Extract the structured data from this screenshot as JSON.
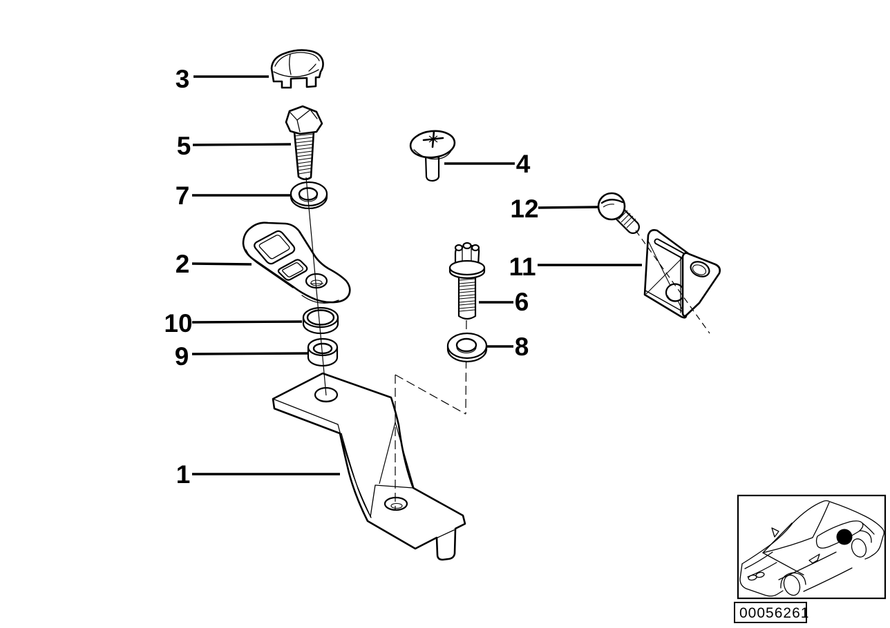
{
  "page": {
    "background_color": "#ffffff",
    "line_color": "#000000",
    "type": "exploded-parts-diagram"
  },
  "callouts": [
    {
      "label": "1"
    },
    {
      "label": "2"
    },
    {
      "label": "3"
    },
    {
      "label": "4"
    },
    {
      "label": "5"
    },
    {
      "label": "6"
    },
    {
      "label": "7"
    },
    {
      "label": "8"
    },
    {
      "label": "9"
    },
    {
      "label": "10"
    },
    {
      "label": "11"
    },
    {
      "label": "12"
    }
  ],
  "footer": {
    "image_number": "00056261"
  }
}
